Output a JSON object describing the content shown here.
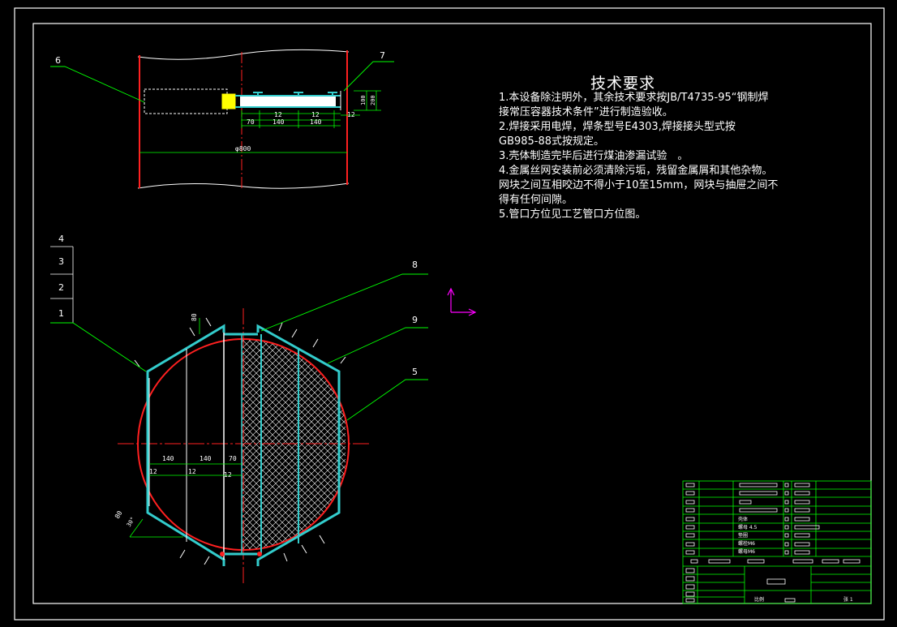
{
  "colors": {
    "background": "#000000",
    "border": "#ffffff",
    "leader": "#00ff00",
    "shell": "#ff2020",
    "structure": "#33cccc",
    "mesh": "#ffffff",
    "ucs": "#ff00ff"
  },
  "tech_requirements": {
    "title": "技术要求",
    "lines": [
      "1.本设备除注明外，其余技术要求按JB/T4735-95“钢制焊",
      "接常压容器技术条件”进行制造验收。",
      "2.焊接采用电焊，焊条型号E4303,焊接接头型式按",
      "GB985-88式按规定。",
      "3.壳体制造完毕后进行煤油渗漏试验　。",
      "4.金属丝网安装前必须清除污垢，残留金属屑和其他杂物。",
      "网块之间互相咬边不得小于10至15mm，网块与抽屉之间不",
      "得有任何间隙。",
      "5.管口方位见工艺管口方位图。"
    ]
  },
  "callouts": {
    "c1": "1",
    "c2": "2",
    "c3": "3",
    "c4": "4",
    "c5": "5",
    "c6": "6",
    "c7": "7",
    "c8": "8",
    "c9": "9"
  },
  "dimensions_top": {
    "d70": "70",
    "d140a": "140",
    "d140b": "140",
    "d12a": "12",
    "d12b": "12",
    "d12c": "12",
    "diameter": "φ800",
    "h1": "100",
    "h2": "200"
  },
  "dimensions_plan": {
    "d140a": "140",
    "d140b": "140",
    "d70": "70",
    "d12a": "12",
    "d12b": "12",
    "d12c": "12",
    "d80a": "80",
    "d80b": "80",
    "d45": "30°"
  },
  "title_block": {
    "rows": [
      "壳体",
      "螺母 4.5",
      "垫圈",
      "螺栓M6",
      "螺母M6"
    ],
    "scale_label": "比例",
    "sheet": "张 1"
  }
}
